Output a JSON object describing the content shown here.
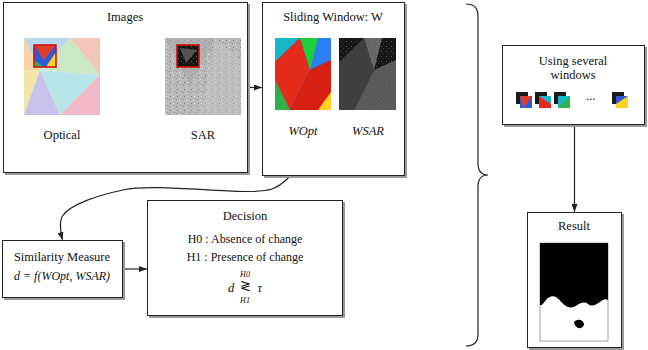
{
  "diagram": {
    "nodes": [
      {
        "text": [
          "Images"
        ]
      },
      {
        "text": [
          "Sliding Window: W"
        ]
      },
      {
        "text": [
          "Similarity Measure",
          "d = f(WOpt, WSAR)"
        ]
      },
      {
        "text": [
          "Decision",
          "H0 : Absence of change",
          "H1 : Presence of change",
          "d",
          "H0",
          "≷",
          "H1",
          "τ"
        ]
      },
      {
        "text": [
          "Using several windows",
          "..."
        ]
      },
      {
        "text": [
          "Result"
        ]
      }
    ],
    "edges": [
      {
        "from": 0,
        "to": 1,
        "arrow": "to"
      },
      {
        "from": 1,
        "to": 2,
        "arrow": "to"
      },
      {
        "from": 2,
        "to": 3,
        "arrow": "to"
      },
      {
        "from": 4,
        "to": 5,
        "arrow": "to"
      }
    ],
    "labels": [
      "Optical",
      "SAR",
      "WOpt",
      "WSAR"
    ]
  }
}
